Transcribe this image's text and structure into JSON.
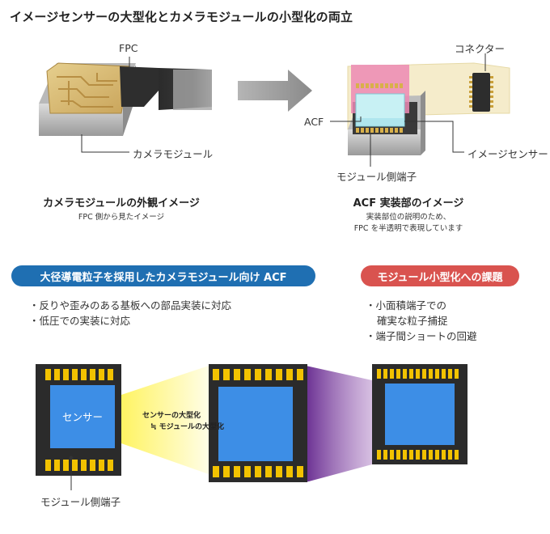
{
  "title": "イメージセンサーの大型化とカメラモジュールの小型化の両立",
  "labels": {
    "fpc": "FPC",
    "camera_module": "カメラモジュール",
    "connector": "コネクター",
    "acf": "ACF",
    "image_sensor": "イメージセンサー",
    "module_terminal": "モジュール側端子"
  },
  "left_caption": {
    "title": "カメラモジュールの外観イメージ",
    "sub": "FPC 側から見たイメージ"
  },
  "right_caption": {
    "title": "ACF 実装部のイメージ",
    "sub_lines": [
      "実装部位の説明のため、",
      "FPC を半透明で表現しています"
    ]
  },
  "left_pill": {
    "label": "大径導電粒子を採用したカメラモジュール向け ACF",
    "color": "#1f6fb2"
  },
  "right_pill": {
    "label": "モジュール小型化への課題",
    "color": "#d9534f"
  },
  "left_bullets": [
    "・反りや歪みのある基板への部品実装に対応",
    "・低圧での実装に対応"
  ],
  "right_bullets": [
    "・小面積端子での",
    "確実な粒子捕捉",
    "・端子間ショートの回避"
  ],
  "bottom": {
    "sensor_label": "センサー",
    "arrow_line1": "センサーの大型化",
    "arrow_line2": "≒ モジュールの大型化",
    "terminal_label": "モジュール側端子"
  },
  "colors": {
    "sensor_blue": "#3d8ee6",
    "chip_dark": "#2b2b2b",
    "pad_gold": "#f2c200",
    "yellow_glow": "#fff35a",
    "purple": "#7a3fa0",
    "arrow_gray": "#9a9a9a"
  }
}
